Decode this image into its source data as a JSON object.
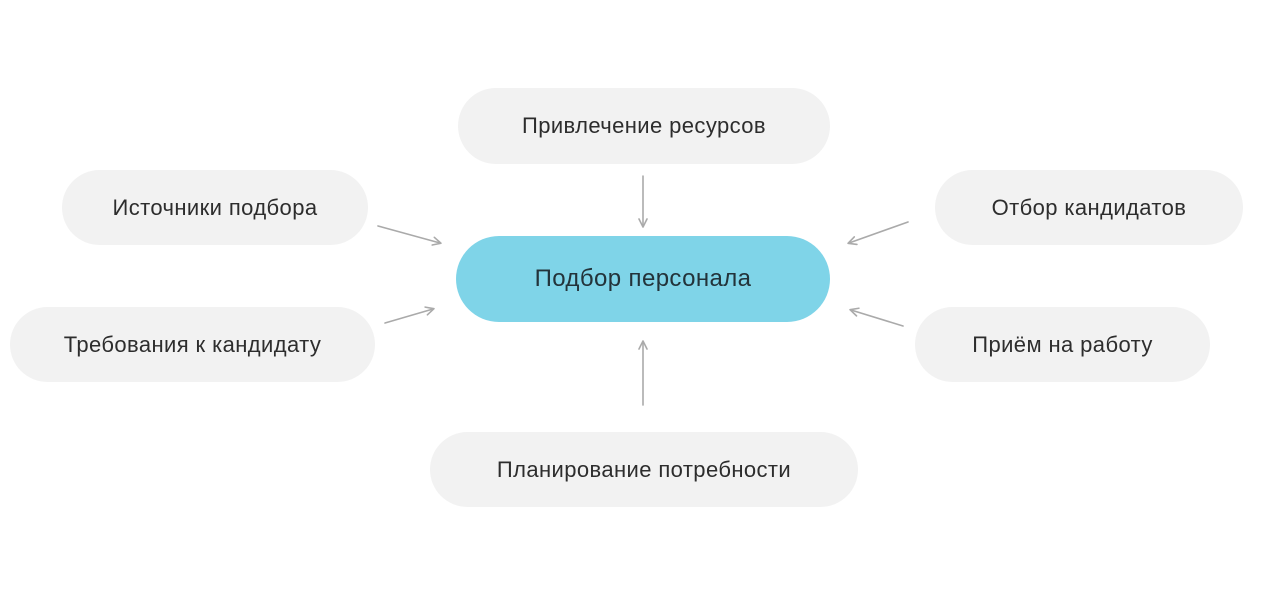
{
  "diagram": {
    "title": "Подбор персонала mind map",
    "center": {
      "label": "Подбор персонала"
    },
    "satellites": [
      {
        "id": "top",
        "label": "Привлечение ресурсов"
      },
      {
        "id": "left-upper",
        "label": "Источники подбора"
      },
      {
        "id": "left-lower",
        "label": "Требования к кандидату"
      },
      {
        "id": "right-upper",
        "label": "Отбор кандидатов"
      },
      {
        "id": "right-lower",
        "label": "Приём на работу"
      },
      {
        "id": "bottom",
        "label": "Планирование потребности"
      }
    ],
    "colors": {
      "satellite_bg": "#f2f2f2",
      "center_bg": "#7fd4e8",
      "arrow": "#aaaaaa",
      "text": "#2d2d2d",
      "background": "#ffffff"
    }
  }
}
